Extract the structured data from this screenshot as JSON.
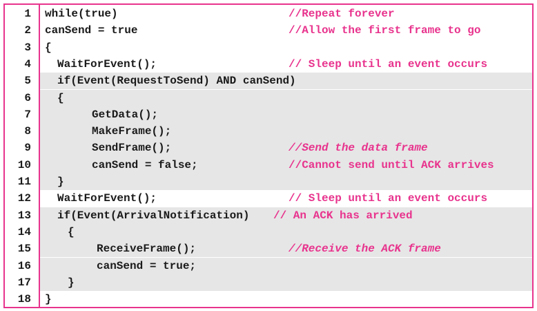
{
  "lines": [
    {
      "num": "1",
      "code": "while(true)",
      "comment": "//Repeat forever"
    },
    {
      "num": "2",
      "code": "canSend = true",
      "comment": "//Allow the first frame to go"
    },
    {
      "num": "3",
      "code": "{",
      "comment": ""
    },
    {
      "num": "4",
      "code": "WaitForEvent();",
      "comment": "// Sleep until an event occurs"
    },
    {
      "num": "5",
      "code": "if(Event(RequestToSend) AND canSend)",
      "comment": ""
    },
    {
      "num": "6",
      "code": "{",
      "comment": ""
    },
    {
      "num": "7",
      "code": "GetData();",
      "comment": ""
    },
    {
      "num": "8",
      "code": "MakeFrame();",
      "comment": ""
    },
    {
      "num": "9",
      "code": "SendFrame();",
      "comment": "//Send the data frame"
    },
    {
      "num": "10",
      "code": "canSend = false;",
      "comment": "//Cannot send until ACK arrives"
    },
    {
      "num": "11",
      "code": "}",
      "comment": ""
    },
    {
      "num": "12",
      "code": "WaitForEvent();",
      "comment": "// Sleep until an event occurs"
    },
    {
      "num": "13",
      "code": "if(Event(ArrivalNotification)",
      "comment": "// An ACK has arrived"
    },
    {
      "num": "14",
      "code": "{",
      "comment": ""
    },
    {
      "num": "15",
      "code": "ReceiveFrame();",
      "comment": "//Receive the ACK frame"
    },
    {
      "num": "16",
      "code": "canSend = true;",
      "comment": ""
    },
    {
      "num": "17",
      "code": "}",
      "comment": ""
    },
    {
      "num": "18",
      "code": "}",
      "comment": ""
    }
  ],
  "colors": {
    "border": "#e8338d",
    "comment": "#e8338d",
    "shade": "#e6e6e6",
    "text": "#1a1a1a"
  }
}
